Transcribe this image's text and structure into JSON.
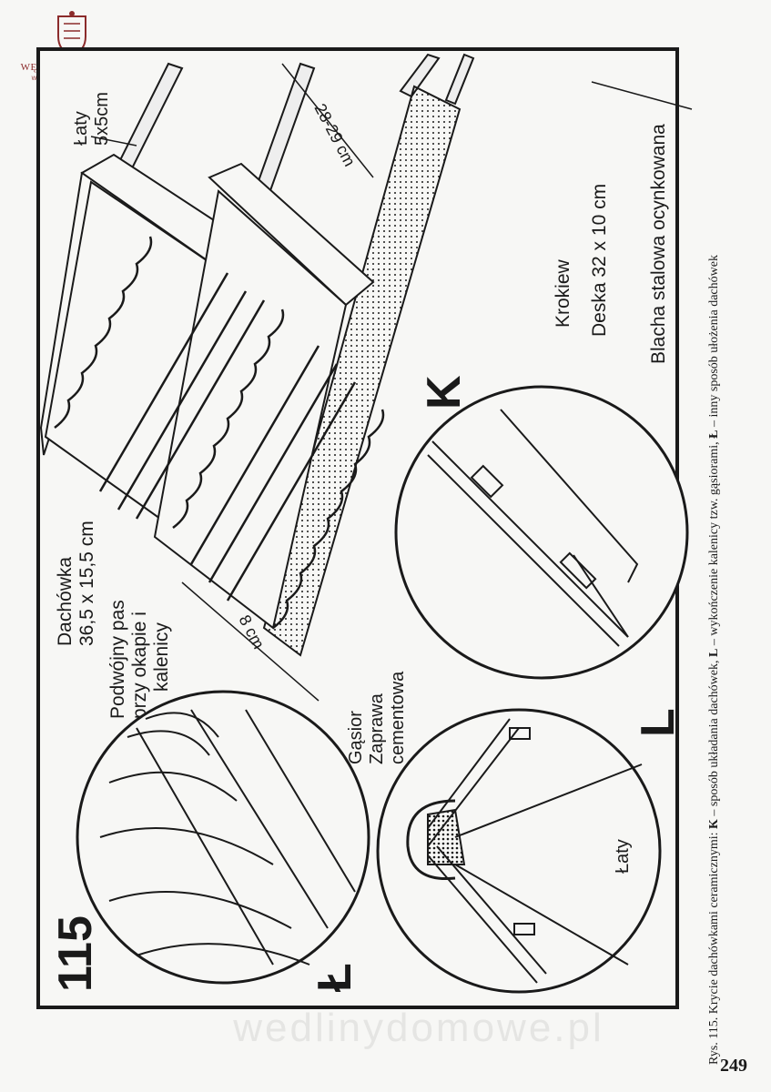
{
  "logo": {
    "brand": "WĘDZARNICZA BRAĆ",
    "sub": "WEDLINYDOMOWE.PL"
  },
  "figure": {
    "number": "115",
    "marker_k": "K",
    "marker_l": "L",
    "marker_l_pl": "Ł"
  },
  "labels": {
    "laty": "Łaty",
    "laty_size": "5x5cm",
    "spacing": "28-29 cm",
    "dachowka": "Dachówka",
    "dachowka_size": "36,5 x 15,5 cm",
    "podwojny_1": "Podwójny pas",
    "podwojny_2": "przy okapie i",
    "podwojny_3": "kalenicy",
    "overlap": "8 cm",
    "krokiew": "Krokiew",
    "deska": "Deska  32 x 10 cm",
    "blacha": "Blacha stalowa ocynkowana",
    "gasior": "Gąsior",
    "zaprawa_1": "Zaprawa",
    "zaprawa_2": "cementowa",
    "laty_detail": "Łaty"
  },
  "caption": {
    "rys": "Rys. 115.",
    "text_1": " Krycie dachówkami ceramicznymi: ",
    "k": "K",
    "text_2": " – sposób układania dachówek, ",
    "l": "L",
    "text_3": " – wykończenie kalenicy tzw. gąsiorami, ",
    "lpl": "Ł",
    "text_4": " – inny sposób ułożenia dachówek"
  },
  "page_number": "249",
  "watermark": "wedlinydomowe.pl",
  "colors": {
    "ink": "#1a1a1a",
    "paper": "#f7f7f5",
    "logo": "#8b2b2b"
  }
}
